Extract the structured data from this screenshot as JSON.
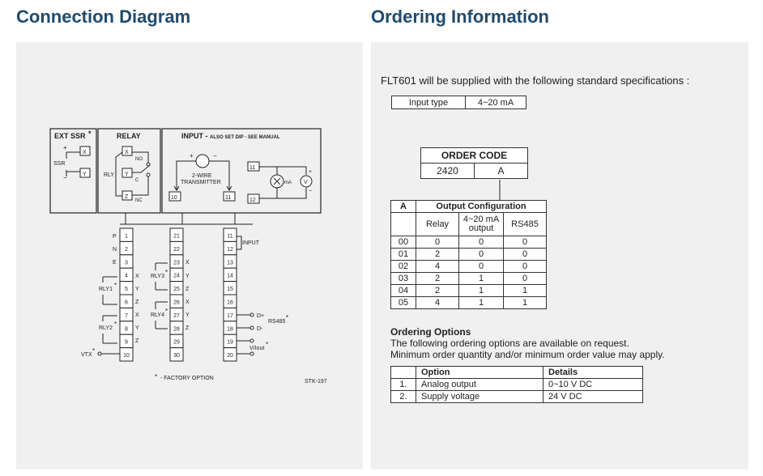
{
  "left": {
    "title": "Connection Diagram",
    "diagram": {
      "boxes": {
        "ext_ssr": "EXT SSR",
        "relay": "RELAY",
        "input_prefix": "INPUT - ",
        "input_note": "ALSO SET DIP - SEE MANUAL"
      },
      "ssr_label": "SSR",
      "rly_label": "RLY",
      "x": "X",
      "y": "Y",
      "z": "Z",
      "no": "NO",
      "c": "C",
      "nc": "NC",
      "two_wire": "2-WIRE",
      "transmitter": "TRANSMITTER",
      "ma": "mA",
      "v": "V",
      "t10": "10",
      "t11": "11",
      "t12": "12",
      "col1_labels": [
        "P",
        "N",
        "E"
      ],
      "col1": [
        "1",
        "2",
        "3",
        "4",
        "5",
        "6",
        "7",
        "8",
        "9",
        "10"
      ],
      "col2": [
        "21",
        "22",
        "23",
        "24",
        "25",
        "26",
        "27",
        "28",
        "29",
        "30"
      ],
      "col3": [
        "11",
        "12",
        "13",
        "14",
        "15",
        "16",
        "17",
        "18",
        "19",
        "20"
      ],
      "rly1": "RLY1",
      "rly2": "RLY2",
      "rly3": "RLY3",
      "rly4": "RLY4",
      "vtx": "VTX",
      "input": "INPUT",
      "d_plus": "D+",
      "d_minus": "D-",
      "rs485": "RS485",
      "vi_out": "V/Iout",
      "asterisk": "*",
      "factory": "- FACTORY OPTION",
      "stk": "STK-197"
    }
  },
  "right": {
    "title": "Ordering Information",
    "intro": "FLT601 will be supplied with the following standard specifications :",
    "spec": {
      "key": "Input type",
      "value": "4~20 mA"
    },
    "order_code": {
      "title": "ORDER CODE",
      "code": "2420",
      "suffix": "A"
    },
    "config": {
      "col_a": "A",
      "group": "Output Configuration",
      "headers": [
        "Relay",
        "4~20 mA output",
        "RS485"
      ],
      "rows": [
        [
          "00",
          "0",
          "0",
          "0"
        ],
        [
          "01",
          "2",
          "0",
          "0"
        ],
        [
          "02",
          "4",
          "0",
          "0"
        ],
        [
          "03",
          "2",
          "1",
          "0"
        ],
        [
          "04",
          "2",
          "1",
          "1"
        ],
        [
          "05",
          "4",
          "1",
          "1"
        ]
      ]
    },
    "options": {
      "title": "Ordering Options",
      "line1": "The following ordering options are available on request.",
      "line2": "Minimum order quantity and/or minimum order value may apply.",
      "headers": [
        "Option",
        "Details"
      ],
      "rows": [
        [
          "1.",
          "Analog output",
          "0~10 V DC"
        ],
        [
          "2.",
          "Supply voltage",
          "24 V DC"
        ]
      ]
    }
  }
}
